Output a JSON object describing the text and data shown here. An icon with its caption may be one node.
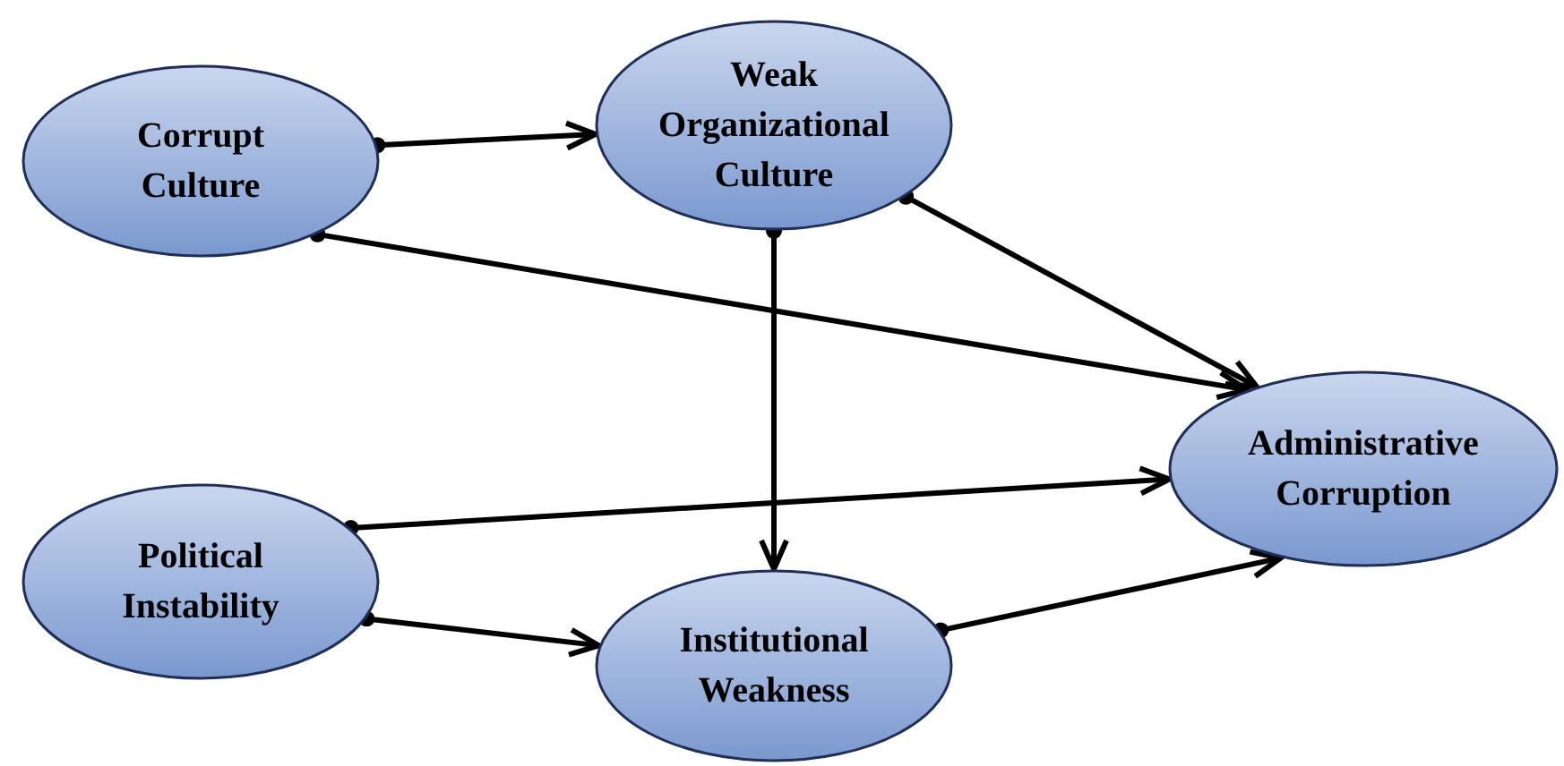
{
  "diagram": {
    "nodes": [
      {
        "text": [
          "Corrupt Culture"
        ]
      },
      {
        "text": [
          "Weak Organizational Culture"
        ]
      },
      {
        "text": [
          "Political Instability"
        ]
      },
      {
        "text": [
          "Institutional Weakness"
        ]
      },
      {
        "text": [
          "Administrative Corruption"
        ]
      }
    ],
    "edges": [
      {
        "from": 0,
        "to": 1,
        "arrow": "to"
      },
      {
        "from": 0,
        "to": 4,
        "arrow": "to"
      },
      {
        "from": 1,
        "to": 4,
        "arrow": "to"
      },
      {
        "from": 1,
        "to": 3,
        "arrow": "to"
      },
      {
        "from": 2,
        "to": 4,
        "arrow": "to"
      },
      {
        "from": 2,
        "to": 3,
        "arrow": "to"
      },
      {
        "from": 3,
        "to": 4,
        "arrow": "to"
      }
    ]
  }
}
